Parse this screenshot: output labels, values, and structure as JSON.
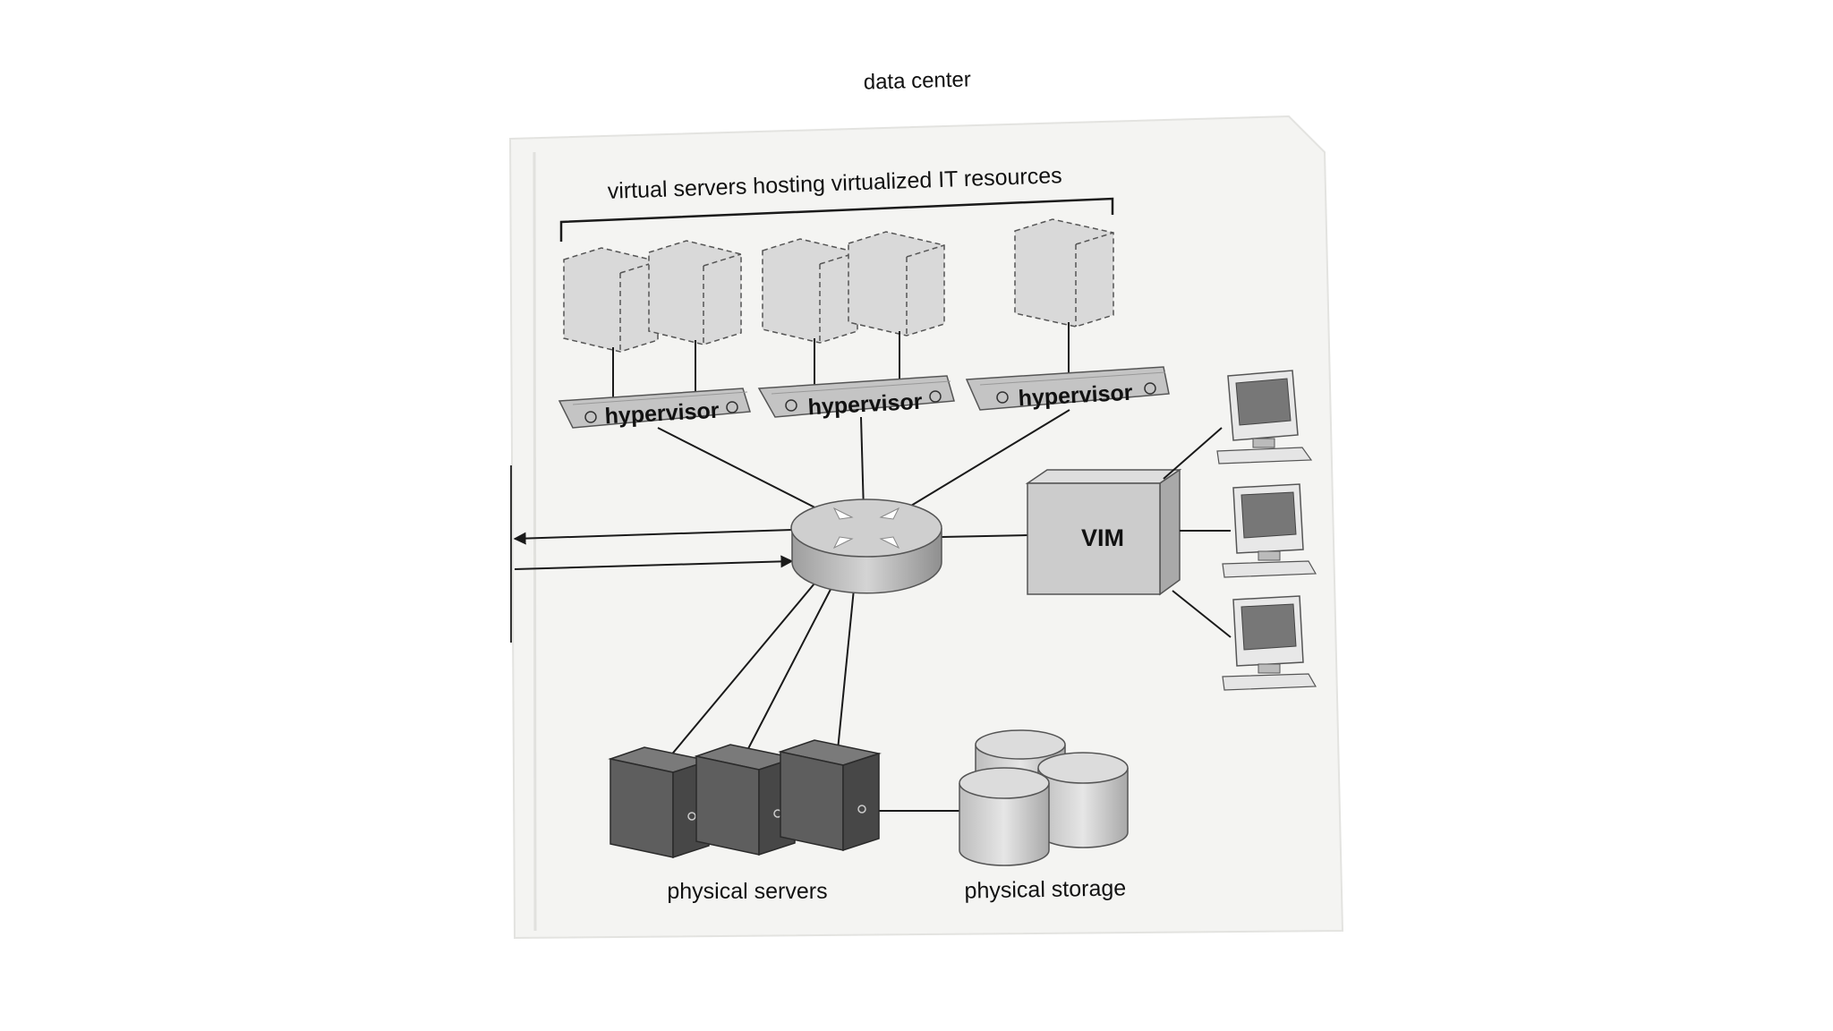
{
  "labels": {
    "data_center": "data center",
    "virtual_servers": "virtual servers hosting virtualized IT resources",
    "hypervisor_1": "hypervisor",
    "hypervisor_2": "hypervisor",
    "hypervisor_3": "hypervisor",
    "vim": "VIM",
    "physical_servers": "physical servers",
    "physical_storage": "physical storage"
  },
  "colors": {
    "page": "#f4f4f2",
    "virtual_server": "#d9d9d9",
    "physical_server": "#5e5e5e",
    "storage": "#cfcfcf",
    "router": "#bdbdbd",
    "vim": "#cccccc",
    "line": "#1a1a1a"
  }
}
